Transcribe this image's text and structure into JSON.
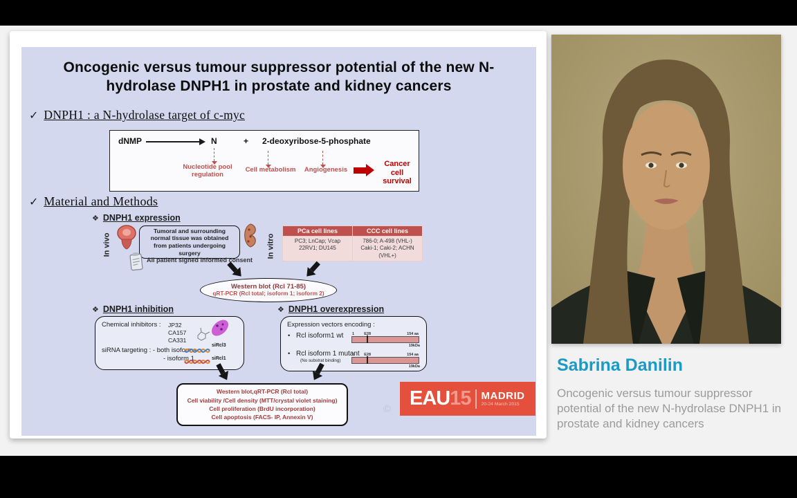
{
  "icons": {
    "check": "✓",
    "diamond": "❖",
    "bullet": "•",
    "copyright": "©"
  },
  "colors": {
    "slide_bg": "#d3d8ee",
    "table_header_red": "#c0504d",
    "logo_red": "#e5503c",
    "speaker_name_blue": "#1b9ac6",
    "caption_gray": "#9b9b9b"
  },
  "slide": {
    "title": "Oncogenic versus tumour suppressor potential of the new N-hydrolase DNPH1 in prostate and kidney cancers",
    "section1": "DNPH1 : a N-hydrolase target of c-myc",
    "section2": "Material and Methods",
    "reaction": {
      "substrate": "dNMP",
      "product1": "N",
      "plus": "+",
      "product2": "2-deoxyribose-5-phosphate",
      "effects": [
        "Nucleotide pool regulation",
        "Cell metabolism",
        "Angiogenesis"
      ],
      "outcome": "Cancer cell survival"
    },
    "expression": {
      "heading": "DNPH1 expression",
      "in_vivo": "In vivo",
      "in_vitro": "In vitro",
      "tissue_note": "Tumoral and surrounding normal tissue was obtained from patients undergoing surgery",
      "consent_note": "All patient signed informed consent",
      "table": {
        "headers": [
          "PCa cell lines",
          "CCC cell lines"
        ],
        "pca_lines": [
          "PC3; LnCap; Vcap",
          "22RV1; DU145"
        ],
        "ccc_lines": [
          "786-0; A-498 (VHL-)",
          "Caki-1; Caki-2; ACHN",
          "(VHL+)"
        ]
      },
      "assay_line1": "Western blot (Rcl 71-85)",
      "assay_line2": "qRT-PCR (Rcl total; isoform 1; isoform 2)"
    },
    "inhibition": {
      "heading": "DNPH1 inhibition",
      "chemical_label": "Chemical inhibitors :",
      "inhibitors": [
        "JP32",
        "CA157",
        "CA331"
      ],
      "sirna_line1": "siRNA targeting : - both isoforms",
      "sirna_line2": "- isoform 1",
      "sirna_tags": [
        "siRcl3",
        "siRcl1"
      ]
    },
    "overexpression": {
      "heading": "DNPH1 overexpression",
      "intro": "Expression vectors encoding :",
      "vector1": "Rcl isoform1 wt",
      "vector2": "Rcl isoform 1 mutant",
      "vector2_note": "(No substrat binding)",
      "bar_labels": {
        "start": "1",
        "site": "E28",
        "end": "154 aa",
        "mass": "19kDa"
      }
    },
    "readouts": [
      "Western blot,qRT-PCR (Rcl total)",
      "Cell viability /Cell density (MTT/crystal violet staining)",
      "Cell proliferation (BrdU incorporation)",
      "Cell apoptosis (FACS- IP, Annexin V)"
    ],
    "logo": {
      "org": "EAU",
      "year": "15",
      "city": "MADRID",
      "dates": "20-24 March 2015"
    }
  },
  "speaker": {
    "name": "Sabrina Danilin",
    "talk_title": "Oncogenic versus tumour suppressor potential of the new N-hydrolase DNPH1 in prostate and kidney cancers"
  }
}
